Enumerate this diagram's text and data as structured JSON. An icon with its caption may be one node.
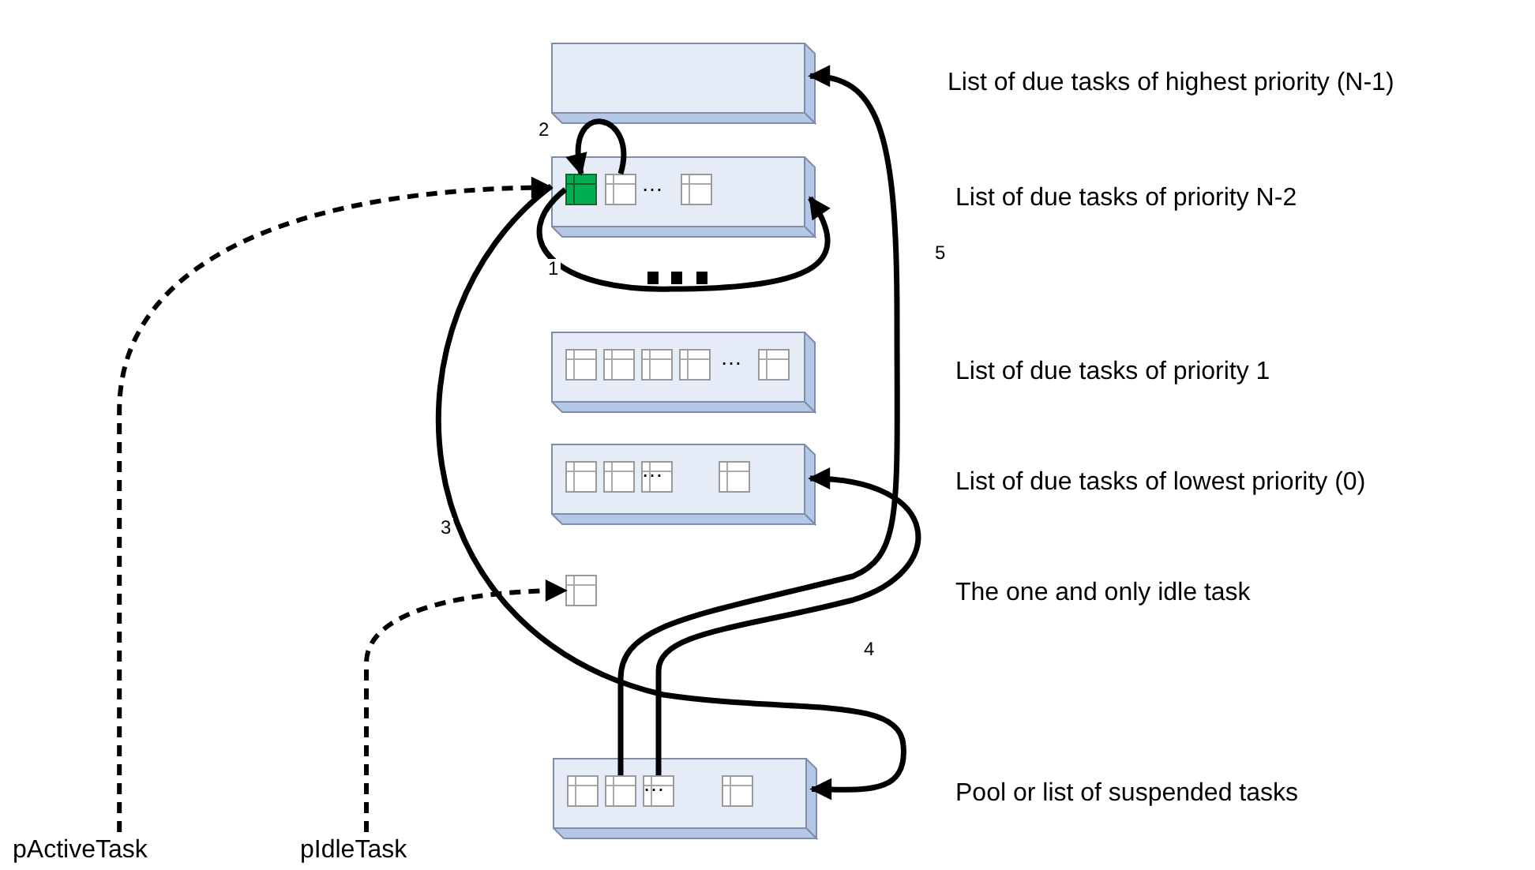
{
  "diagram": {
    "nodes": [
      {
        "text": [],
        "shape": "box"
      },
      {
        "text": [],
        "shape": "box"
      },
      {
        "text": [],
        "shape": "box",
        "in": 1
      },
      {
        "text": [],
        "shape": "box",
        "in": 1
      },
      {
        "text": [],
        "shape": "box",
        "in": 1
      },
      {
        "text": [],
        "shape": "box"
      },
      {
        "text": [],
        "shape": "box",
        "in": 5
      },
      {
        "text": [],
        "shape": "box",
        "in": 5
      },
      {
        "text": [],
        "shape": "box",
        "in": 5
      },
      {
        "text": [],
        "shape": "box",
        "in": 5
      },
      {
        "text": [],
        "shape": "box",
        "in": 5
      },
      {
        "text": [],
        "shape": "box"
      },
      {
        "text": [],
        "shape": "box",
        "in": 11
      },
      {
        "text": [],
        "shape": "box",
        "in": 11
      },
      {
        "text": [],
        "shape": "box",
        "in": 11
      },
      {
        "text": [],
        "shape": "box",
        "in": 11
      },
      {
        "text": [],
        "shape": "box"
      },
      {
        "text": [],
        "shape": "box"
      },
      {
        "text": [],
        "shape": "box",
        "in": 17
      },
      {
        "text": [],
        "shape": "box",
        "in": 17
      },
      {
        "text": [],
        "shape": "box",
        "in": 17
      },
      {
        "text": [],
        "shape": "box",
        "in": 17
      },
      {
        "text": [
          "pActiveTask"
        ]
      },
      {
        "text": [
          "pIdleTask"
        ]
      }
    ],
    "edges": [
      {
        "from": 2,
        "to": 1,
        "arrow": "to",
        "label": "1"
      },
      {
        "from": 3,
        "to": 2,
        "arrow": "to",
        "label": "2"
      },
      {
        "from": 1,
        "to": 17,
        "arrow": "to",
        "label": "3"
      },
      {
        "from": 20,
        "to": 11,
        "arrow": "to",
        "label": "4"
      },
      {
        "from": 19,
        "to": 0,
        "arrow": "to",
        "label": "5"
      },
      {
        "from": 22,
        "to": 1,
        "arrow": "to",
        "style": "dashed"
      },
      {
        "from": 23,
        "to": 16,
        "arrow": "to",
        "style": "dashed"
      }
    ],
    "labels": [
      "List of due tasks of highest priority (N-1)",
      "…",
      "List of due tasks of priority N-2",
      "…",
      "List of due tasks of priority 1",
      "…",
      "List of due tasks of lowest priority (0)",
      "The one and only idle task",
      "…",
      "Pool or list of suspended tasks"
    ]
  }
}
